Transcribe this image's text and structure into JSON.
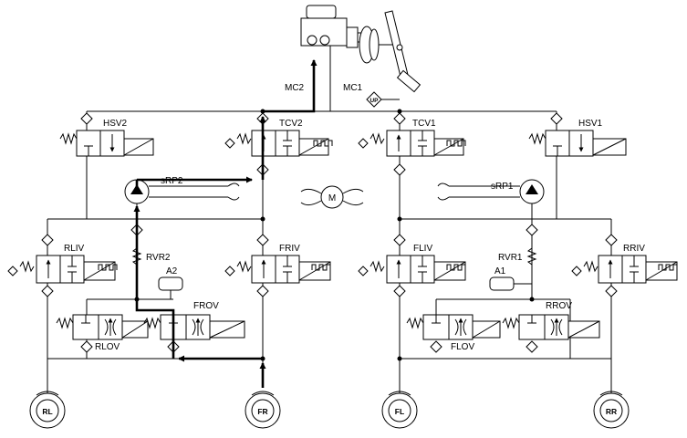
{
  "labels": {
    "mc2": "MC2",
    "mc1": "MC1",
    "up": "UP",
    "hsv2": "HSV2",
    "tcv2": "TCV2",
    "tcv1": "TCV1",
    "hsv1": "HSV1",
    "srp2": "sRP2",
    "srp1": "sRP1",
    "motor": "M",
    "rliv": "RLIV",
    "rvr2": "RVR2",
    "a2": "A2",
    "friv": "FRIV",
    "fliv": "FLIV",
    "rvr1": "RVR1",
    "a1": "A1",
    "rriv": "RRIV",
    "frov": "FROV",
    "rlov": "RLOV",
    "rrov": "RROV",
    "flov": "FLOV"
  },
  "wheels": {
    "rl": "RL",
    "fr": "FR",
    "fl": "FL",
    "rr": "RR"
  },
  "colors": {
    "line": "#000000",
    "background": "#ffffff",
    "highlight_path": "#000000"
  }
}
